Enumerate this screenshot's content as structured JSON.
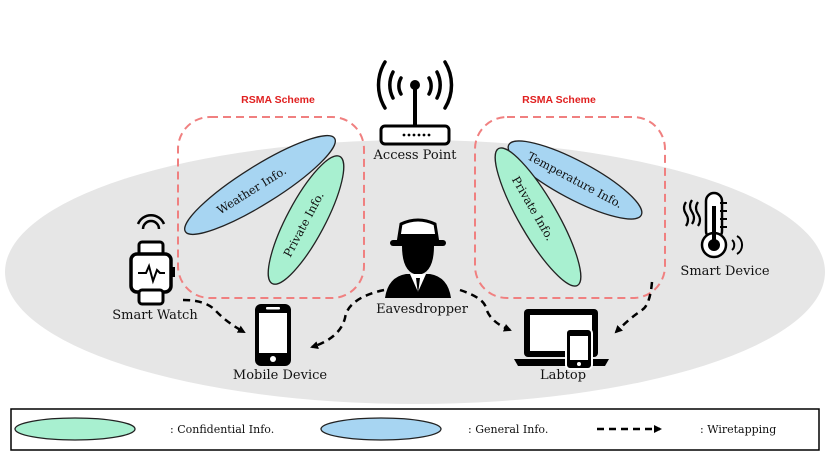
{
  "scheme_labels": {
    "left": "RSMA Scheme",
    "right": "RSMA Scheme"
  },
  "nodes": {
    "access_point": "Access Point",
    "smart_watch": "Smart Watch",
    "mobile_device": "Mobile Device",
    "eavesdropper": "Eavesdropper",
    "laptop": "Labtop",
    "smart_device": "Smart Device"
  },
  "beams": {
    "weather": "Weather Info.",
    "private_left": "Private Info.",
    "temperature": "Temperature Info.",
    "private_right": "Private Info."
  },
  "legend": {
    "confidential": ": Confidential Info.",
    "general": ": General Info.",
    "wiretapping": ": Wiretapping"
  },
  "colors": {
    "confidential_fill": "#a8f0d0",
    "general_fill": "#a7d5f2",
    "coverage_fill": "#e6e6e6",
    "scheme_border": "#f08080",
    "scheme_text": "#e02020"
  }
}
